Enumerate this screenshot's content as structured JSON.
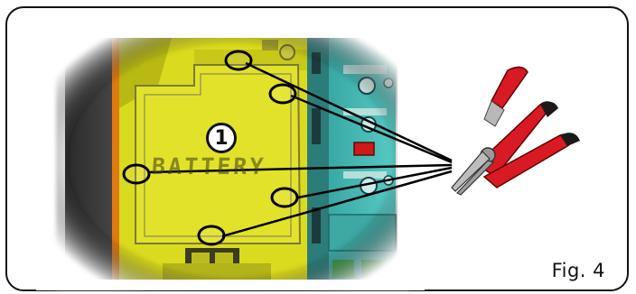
{
  "figure": {
    "label": "Fig. 4",
    "component_marker": "1",
    "battery_label": "BATTERY"
  },
  "icons": {
    "tool": "pliers-icon"
  },
  "colors": {
    "housing_yellow": "#dede1c",
    "board_cyan": "#3fb5b0",
    "pliers_red": "#d81a24",
    "frame_border": "#111111"
  }
}
